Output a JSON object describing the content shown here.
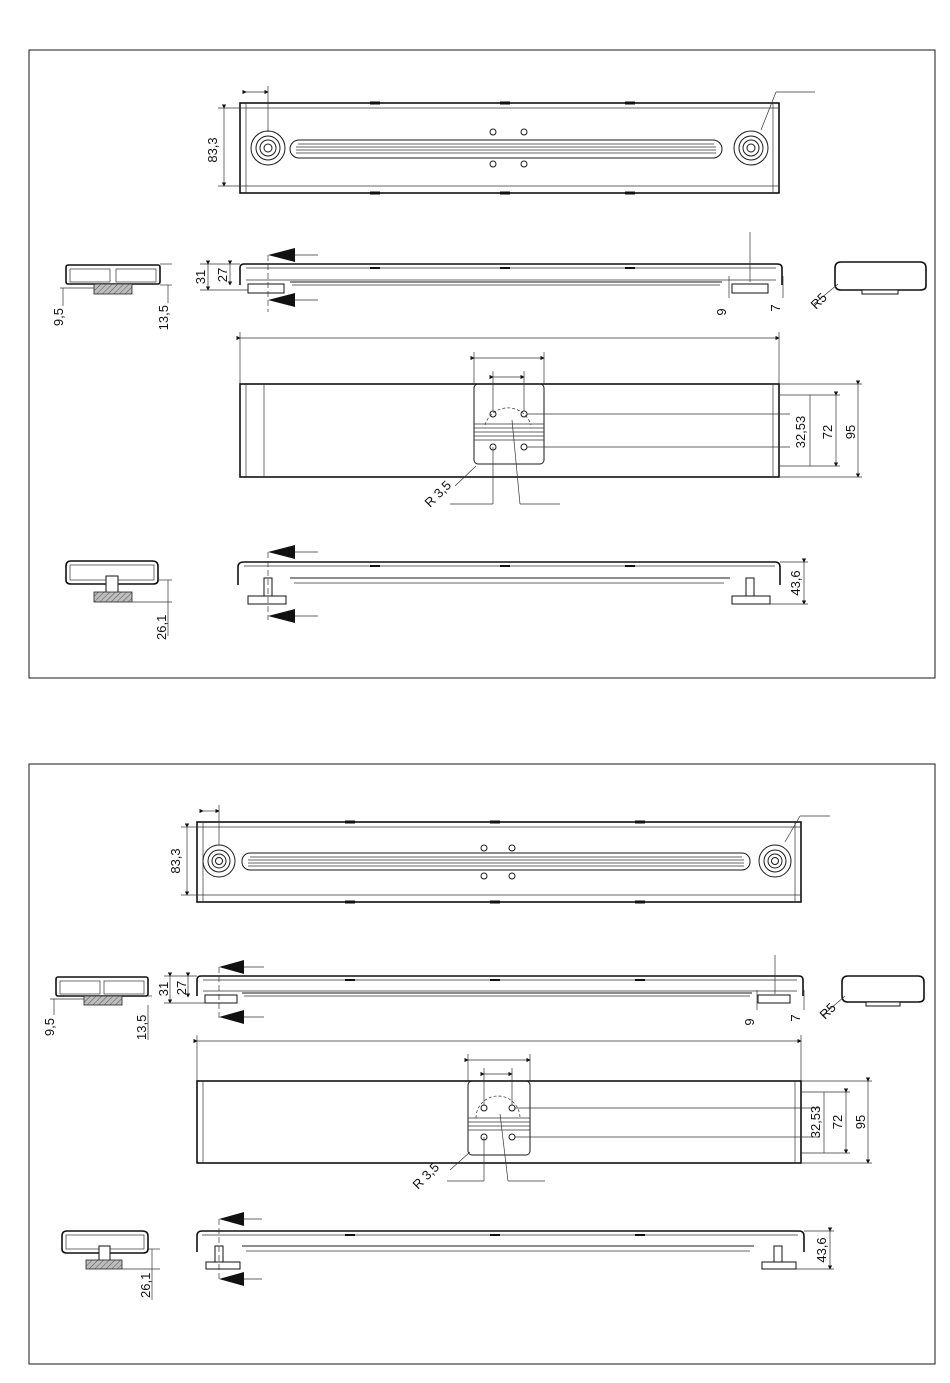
{
  "colors": {
    "line": "#111111",
    "hatch": "#9a9a9a",
    "background": "#ffffff"
  },
  "sheets": [
    {
      "dims": {
        "width_left": "83,3",
        "height_total": "31",
        "height_inner": "27",
        "base_offset": "9,5",
        "foot_height": "13,5",
        "gap_right": "9",
        "edge_right": "7",
        "corner_radius": "R5",
        "hole_spacing": "32,53",
        "inner_width": "72",
        "outer_width": "95",
        "hole_radius": "R 3,5",
        "side_height": "26,1",
        "total_height": "43,6"
      }
    },
    {
      "dims": {
        "width_left": "83,3",
        "height_total": "31",
        "height_inner": "27",
        "base_offset": "9,5",
        "foot_height": "13,5",
        "gap_right": "9",
        "edge_right": "7",
        "corner_radius": "R5",
        "hole_spacing": "32,53",
        "inner_width": "72",
        "outer_width": "95",
        "hole_radius": "R 3,5",
        "side_height": "26,1",
        "total_height": "43,6"
      }
    }
  ]
}
